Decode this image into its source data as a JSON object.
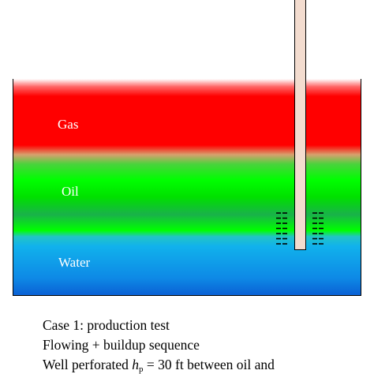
{
  "diagram": {
    "zones": [
      {
        "label": "Gas",
        "color": "#ff0000"
      },
      {
        "label": "Oil",
        "color": "#00ff00"
      },
      {
        "label": "Water",
        "color": "#0e8ae6"
      }
    ],
    "wellbore": {
      "color": "#f3dccf"
    },
    "perforation_rows": 7
  },
  "caption": {
    "line1": "Case 1: production test",
    "line2": "Flowing + buildup sequence",
    "line3_prefix": "Well perforated ",
    "line3_symbol": "h",
    "line3_subscript": "p",
    "line3_suffix": " = 30 ft between oil and"
  }
}
